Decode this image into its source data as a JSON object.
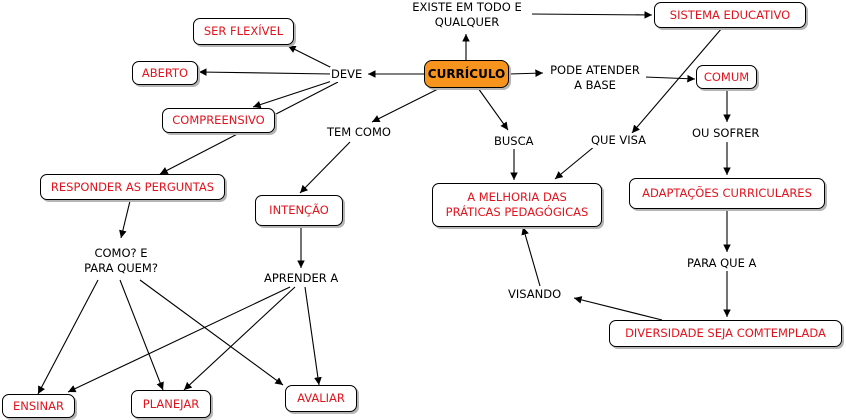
{
  "concepts": {
    "curriculo": "CURRÍCULO",
    "ser_flexivel": "SER FLEXÍVEL",
    "aberto": "ABERTO",
    "compreensivo": "COMPREENSIVO",
    "responder": "RESPONDER AS PERGUNTAS",
    "intencao": "INTENÇÃO",
    "melhoria_l1": "A MELHORIA DAS",
    "melhoria_l2": "PRÁTICAS PEDAGÓGICAS",
    "sistema": "SISTEMA EDUCATIVO",
    "comum": "COMUM",
    "adaptacoes": "ADAPTAÇÕES CURRICULARES",
    "diversidade": "DIVERSIDADE SEJA COMTEMPLADA",
    "ensinar": "ENSINAR",
    "planejar": "PLANEJAR",
    "avaliar": "AVALIAR"
  },
  "links": {
    "existe_l1": "EXISTE EM TODO E",
    "existe_l2": "QUALQUER",
    "deve": "DEVE",
    "pode_l1": "PODE ATENDER",
    "pode_l2": "A BASE",
    "tem_como": "TEM COMO",
    "busca": "BUSCA",
    "que_visa": "QUE VISA",
    "ou_sofrer": "OU SOFRER",
    "como_l1": "COMO? E",
    "como_l2": "PARA QUEM?",
    "aprender": "APRENDER A",
    "para_que": "PARA QUE A",
    "visando": "VISANDO"
  }
}
